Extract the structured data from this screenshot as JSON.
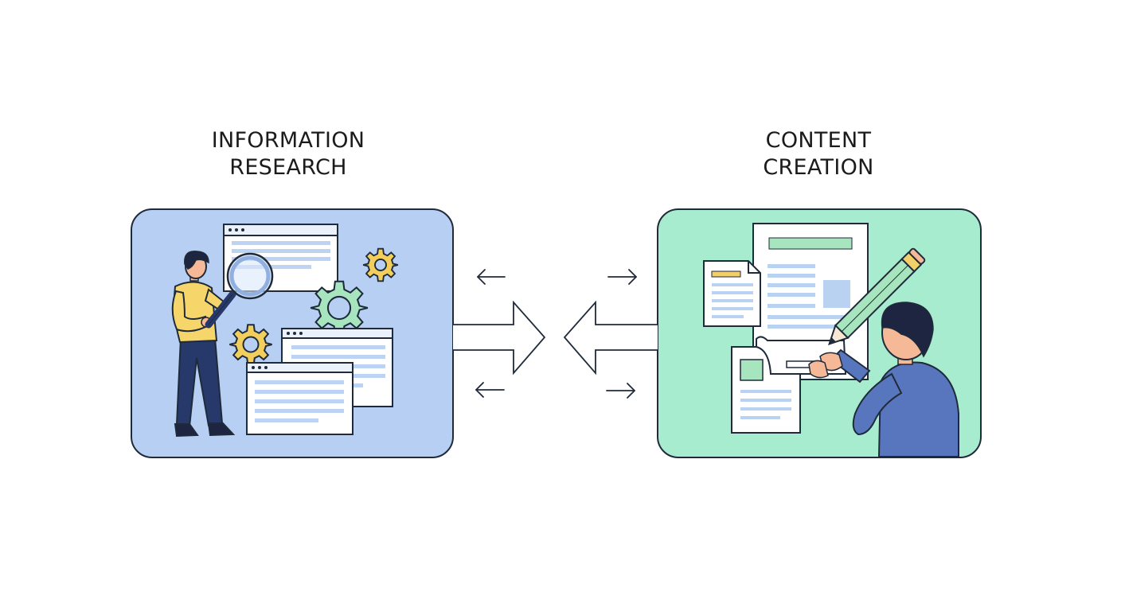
{
  "left": {
    "title_line1": "INFORMATION",
    "title_line2": "RESEARCH",
    "color": "#b6cff2"
  },
  "right": {
    "title_line1": "CONTENT",
    "title_line2": "CREATION",
    "color": "#a8ecd0"
  },
  "colors": {
    "outline": "#1f2a3a",
    "gear_yellow": "#f2cf5c",
    "gear_green": "#a6e5bd",
    "shirt_yellow": "#f6d66a",
    "pants_navy": "#27386b",
    "sweater_blue": "#5876bd",
    "skin": "#f6b998",
    "hair": "#1d2540",
    "window_line": "#bcd3f3",
    "doc_line": "#b9d2f1",
    "accent_yellow": "#f3cf6a",
    "accent_green": "#a6e5bd"
  },
  "icons": [
    "magnifier-icon",
    "gear-icon",
    "browser-window-icon",
    "document-icon",
    "pencil-icon",
    "arrow-icon"
  ]
}
